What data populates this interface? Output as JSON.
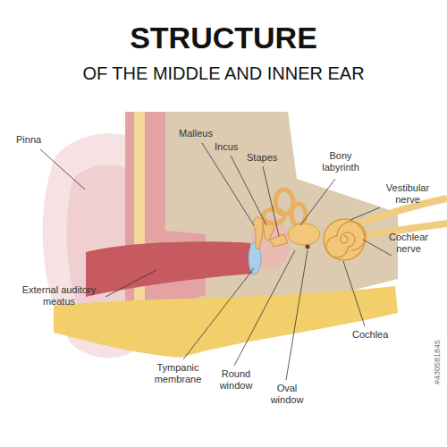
{
  "diagram": {
    "title": "STRUCTURE",
    "labels": [
      "OF THE MIDDLE AND INNER EAR",
      "Pinna",
      "Malleus",
      "Incus",
      "Stapes",
      "Bony labyrinth",
      "Vestibular nerve",
      "Cochlear nerve",
      "External auditory meatus",
      "Cochlea",
      "Tympanic membrane",
      "Round window",
      "Oval window",
      "#430581845"
    ]
  }
}
